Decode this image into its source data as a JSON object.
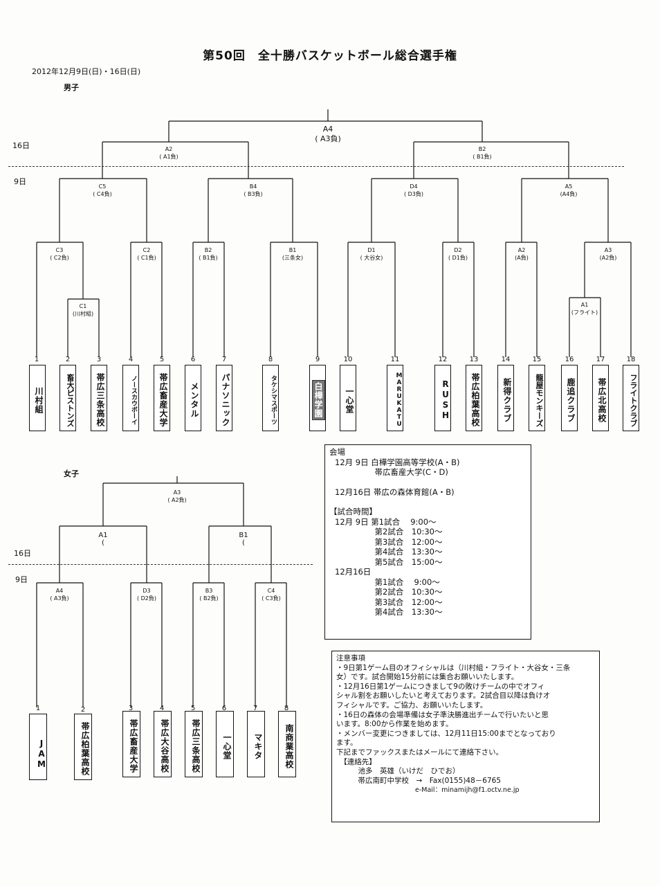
{
  "title": "第50回　全十勝バスケットボール総合選手権",
  "date": "2012年12月9日(日)・16日(日)",
  "men": {
    "label": "男子",
    "day16": "16日",
    "day9": "9日",
    "nodes": {
      "A4": {
        "name": "A4",
        "note": "( A3負)"
      },
      "A2": {
        "name": "A2",
        "note": "( A1負)"
      },
      "B2top": {
        "name": "B2",
        "note": "( B1負)"
      },
      "C5": {
        "name": "C5",
        "note": "( C4負)"
      },
      "B4": {
        "name": "B4",
        "note": "( B3負)"
      },
      "D4": {
        "name": "D4",
        "note": "( D3負)"
      },
      "A5": {
        "name": "A5",
        "note": "(A4負)"
      },
      "C3": {
        "name": "C3",
        "note": "( C2負)"
      },
      "C2": {
        "name": "C2",
        "note": "( C1負)"
      },
      "B2": {
        "name": "B2",
        "note": "( B1負)"
      },
      "B1": {
        "name": "B1",
        "note": "(三条女)"
      },
      "D1": {
        "name": "D1",
        "note": "( 大谷女)"
      },
      "D2": {
        "name": "D2",
        "note": "( D1負)"
      },
      "A2b": {
        "name": "A2",
        "note": "(A負)"
      },
      "A3": {
        "name": "A3",
        "note": "(A2負)"
      },
      "C1": {
        "name": "C1",
        "note": "(川村組)"
      },
      "A1": {
        "name": "A1",
        "note": "(フライト)"
      }
    },
    "teams": [
      {
        "num": "1",
        "name": "川村組"
      },
      {
        "num": "2",
        "name": "畜大ピストンズ"
      },
      {
        "num": "3",
        "name": "帯広三条高校"
      },
      {
        "num": "4",
        "name": "ノースカウボーイ"
      },
      {
        "num": "5",
        "name": "帯広畜産大学"
      },
      {
        "num": "6",
        "name": "メンタル"
      },
      {
        "num": "7",
        "name": "パナソニック"
      },
      {
        "num": "8",
        "name": "タケシマスポーツ"
      },
      {
        "num": "9",
        "name": "白樺学園"
      },
      {
        "num": "10",
        "name": "一心堂"
      },
      {
        "num": "11",
        "name": "MARUKATU"
      },
      {
        "num": "12",
        "name": "RUSH"
      },
      {
        "num": "13",
        "name": "帯広柏葉高校"
      },
      {
        "num": "14",
        "name": "新得クラブ"
      },
      {
        "num": "15",
        "name": "龍屋モンキーズ"
      },
      {
        "num": "16",
        "name": "鹿追クラブ"
      },
      {
        "num": "17",
        "name": "帯広北高校"
      },
      {
        "num": "18",
        "name": "フライトクラブ"
      }
    ]
  },
  "women": {
    "label": "女子",
    "day16": "16日",
    "day9": "9日",
    "nodes": {
      "A3": {
        "name": "A3",
        "note": "( A2負)"
      },
      "A1": {
        "name": "A1",
        "note": "("
      },
      "B1": {
        "name": "B1",
        "note": "("
      },
      "A4": {
        "name": "A4",
        "note": "( A3負)"
      },
      "D3": {
        "name": "D3",
        "note": "( D2負)"
      },
      "B3": {
        "name": "B3",
        "note": "( B2負)"
      },
      "C4": {
        "name": "C4",
        "note": "( C3負)"
      }
    },
    "teams": [
      {
        "num": "1",
        "name": "JAM"
      },
      {
        "num": "2",
        "name": "帯広柏葉高校"
      },
      {
        "num": "3",
        "name": "帯広畜産大学"
      },
      {
        "num": "4",
        "name": "帯広大谷高校"
      },
      {
        "num": "5",
        "name": "帯広三条高校"
      },
      {
        "num": "6",
        "name": "一心堂"
      },
      {
        "num": "7",
        "name": "マキタ"
      },
      {
        "num": "8",
        "name": "南商業高校"
      }
    ]
  },
  "venue": {
    "heading": "会場",
    "lines": [
      "12月 9日  白樺学園高等学校(A・B)",
      "　　　　　帯広畜産大学(C・D)",
      "",
      "12月16日  帯広の森体育館(A・B)",
      "",
      "【試合時間】",
      "12月 9日  第1試合　 9:00～",
      "　　　　　第2試合　10:30～",
      "　　　　　第3試合　12:00～",
      "　　　　　第4試合　13:30～",
      "　　　　　第5試合　15:00～",
      "12月16日",
      "　　　　　第1試合　 9:00～",
      "　　　　　第2試合　10:30～",
      "　　　　　第3試合　12:00～",
      "　　　　　第4試合　13:30～"
    ]
  },
  "notice": {
    "heading": "注意事項",
    "lines": [
      "・9日第1ゲーム目のオフィシャルは（川村組・フライト・大谷女・三条",
      "女）です。試合開始15分前には集合お願いいたします。",
      "・12月16日第1ゲームにつきまして9の敗けチームの中でオフィ",
      "シャル割をお願いしたいと考えております。2試合目以降は負けオ",
      "フィシャルです。ご協力、お願いいたします。",
      "・16日の森体の会場準備は女子準決勝進出チームで行いたいと思",
      "います。8:00から作業を始めます。",
      "・メンバー変更につきましては、12月11日15:00までとなっており",
      "ます。",
      "下記までファックスまたはメールにて連絡下さい。",
      "　【連絡先】",
      "　　　池多　英雄（いけだ　ひでお）",
      "　　　帯広南町中学校　→　Fax(0155)48－6765",
      "　　　　　　　　　　　　e-Mail：minamijh@f1.octv.ne.jp"
    ]
  }
}
